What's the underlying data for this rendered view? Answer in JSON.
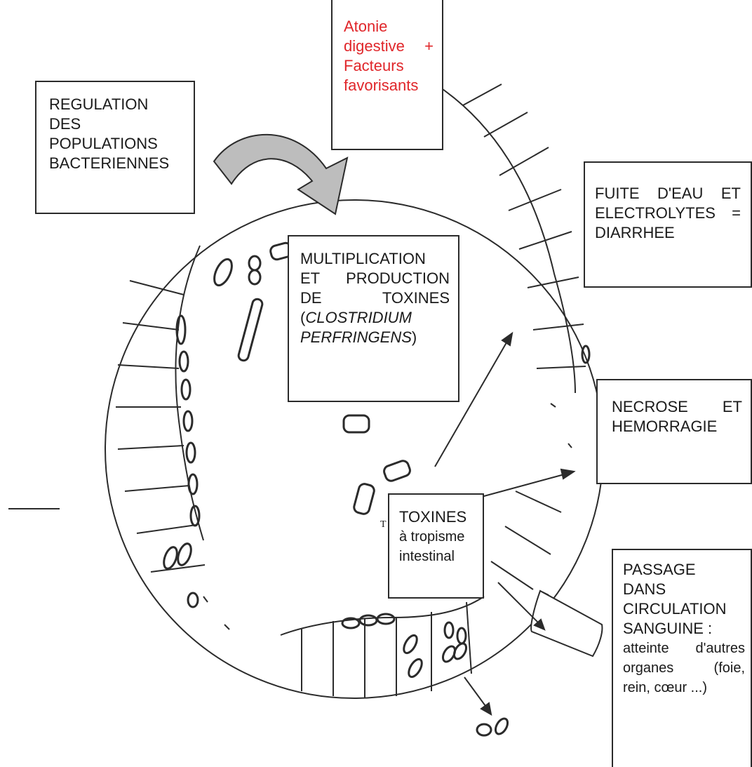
{
  "boxes": {
    "regulation": {
      "lines": [
        "REGULATION",
        "DES",
        "POPULATIONS",
        "BACTERIENNES"
      ]
    },
    "atonie": {
      "line1": "Atonie",
      "line2a": "digestive",
      "line2b": "+",
      "line3": "Facteurs",
      "line4": "favorisants",
      "color": "#e0262a"
    },
    "fuite": {
      "l1": [
        "FUITE",
        "D'EAU",
        "ET"
      ],
      "l2": [
        "ELECTROLYTES",
        "="
      ],
      "l3": "DIARRHEE"
    },
    "multiplication": {
      "l1": "MULTIPLICATION",
      "l2": [
        "ET",
        "PRODUCTION"
      ],
      "l3": [
        "DE",
        "TOXINES"
      ],
      "l4_open": "(",
      "l4_italic": "CLOSTRIDIUM",
      "l5_italic": "PERFRINGENS",
      "l5_close": ")"
    },
    "necrose": {
      "l1": [
        "NECROSE",
        "ET"
      ],
      "l2": "HEMORRAGIE"
    },
    "toxines": {
      "lines": [
        "TOXINES",
        "à tropisme",
        "intestinal"
      ]
    },
    "passage": {
      "lines": [
        "PASSAGE",
        "DANS",
        "CIRCULATION",
        "SANGUINE :"
      ],
      "l5": [
        "atteinte",
        "d'autres"
      ],
      "l6": [
        "organes",
        "(foie,"
      ],
      "l7": "rein, cœur ...)"
    }
  },
  "stray_mark": "T"
}
